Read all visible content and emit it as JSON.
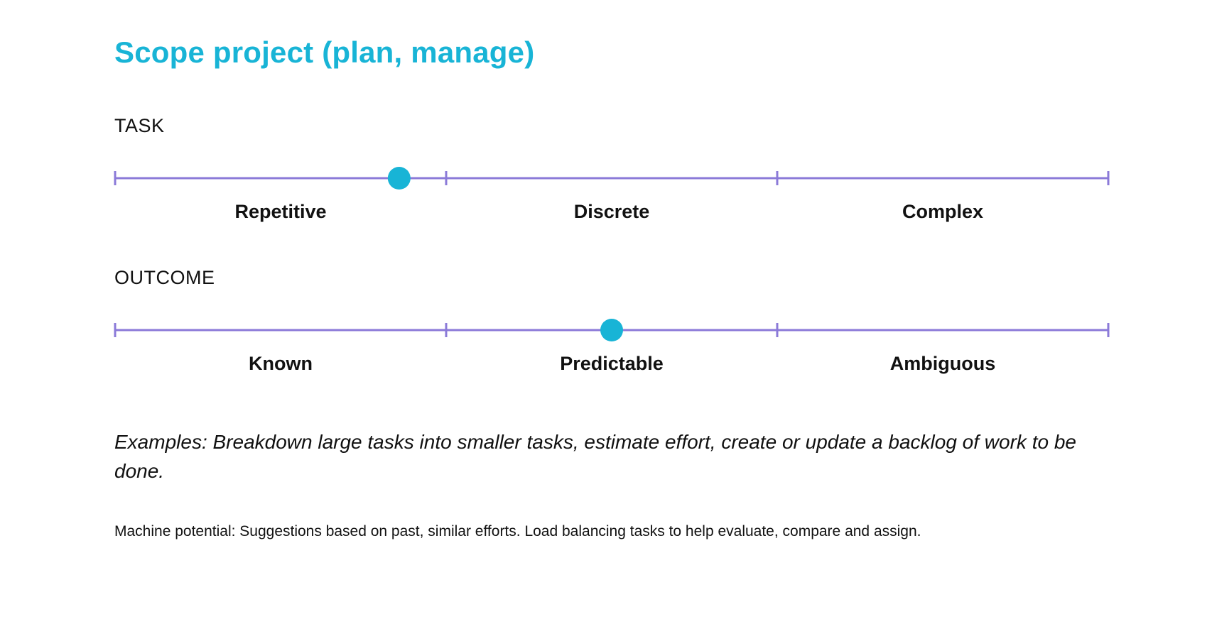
{
  "title": "Scope project (plan, manage)",
  "colors": {
    "title": "#18b4d6",
    "scale_line": "#8b7ad8",
    "marker": "#18b4d6",
    "text": "#111111"
  },
  "task": {
    "heading": "TASK",
    "labels": [
      "Repetitive",
      "Discrete",
      "Complex"
    ],
    "marker_position": 0.286
  },
  "outcome": {
    "heading": "OUTCOME",
    "labels": [
      "Known",
      "Predictable",
      "Ambiguous"
    ],
    "marker_position": 0.5
  },
  "examples": "Examples: Breakdown large tasks into smaller tasks, estimate effort, create or update a backlog of work to be done.",
  "machine_potential": "Machine potential: Suggestions based on past, similar efforts. Load balancing tasks to help evaluate, compare and assign."
}
